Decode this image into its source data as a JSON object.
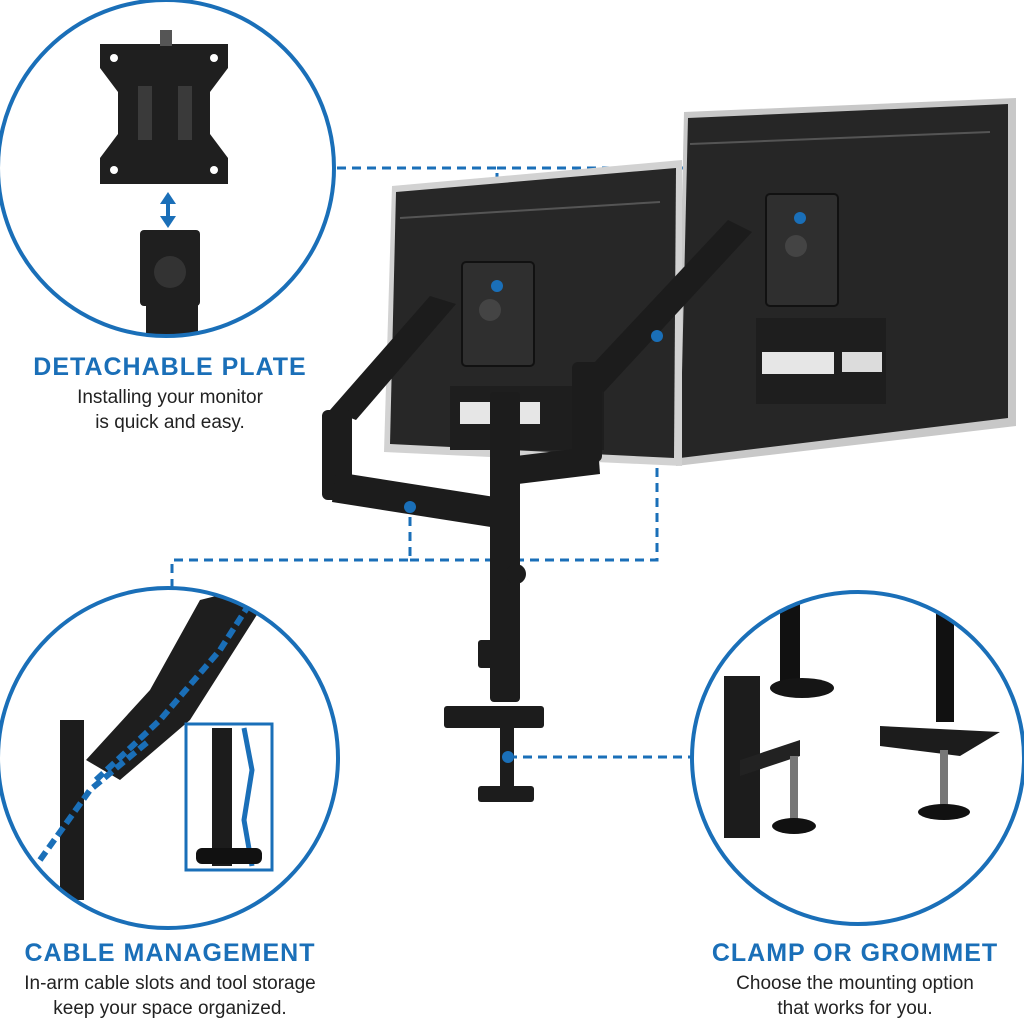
{
  "colors": {
    "accent": "#1a6fb8",
    "metal_dark": "#1c1c1c",
    "screen_silver": "#d8d8d8"
  },
  "features": {
    "plate": {
      "title": "DETACHABLE PLATE",
      "desc_line1": "Installing your monitor",
      "desc_line2": "is quick and easy."
    },
    "cable": {
      "title": "CABLE MANAGEMENT",
      "desc_line1": "In-arm cable slots and tool storage",
      "desc_line2": "keep your space organized."
    },
    "clamp": {
      "title": "CLAMP OR GROMMET",
      "desc_line1": "Choose the mounting option",
      "desc_line2": "that works for you."
    }
  }
}
